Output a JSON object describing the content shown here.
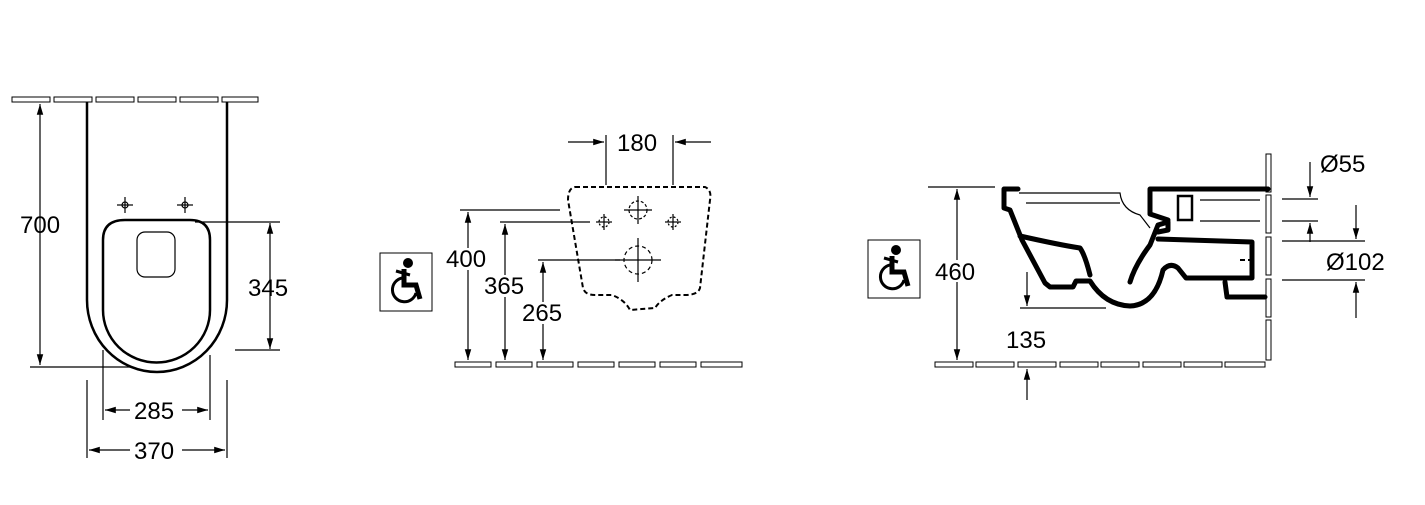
{
  "front_view": {
    "dim_height": "700",
    "dim_seat_depth": "345",
    "dim_seat_width": "285",
    "dim_total_width": "370"
  },
  "wall_view": {
    "dim_hole_spacing": "180",
    "dim_upper": "400",
    "dim_middle": "365",
    "dim_lower": "265",
    "icon": "wheelchair-accessible-icon"
  },
  "side_view": {
    "dim_height": "460",
    "dim_outlet_height": "135",
    "dim_inlet_diameter": "Ø55",
    "dim_outlet_diameter": "Ø102",
    "icon": "wheelchair-accessible-icon"
  }
}
